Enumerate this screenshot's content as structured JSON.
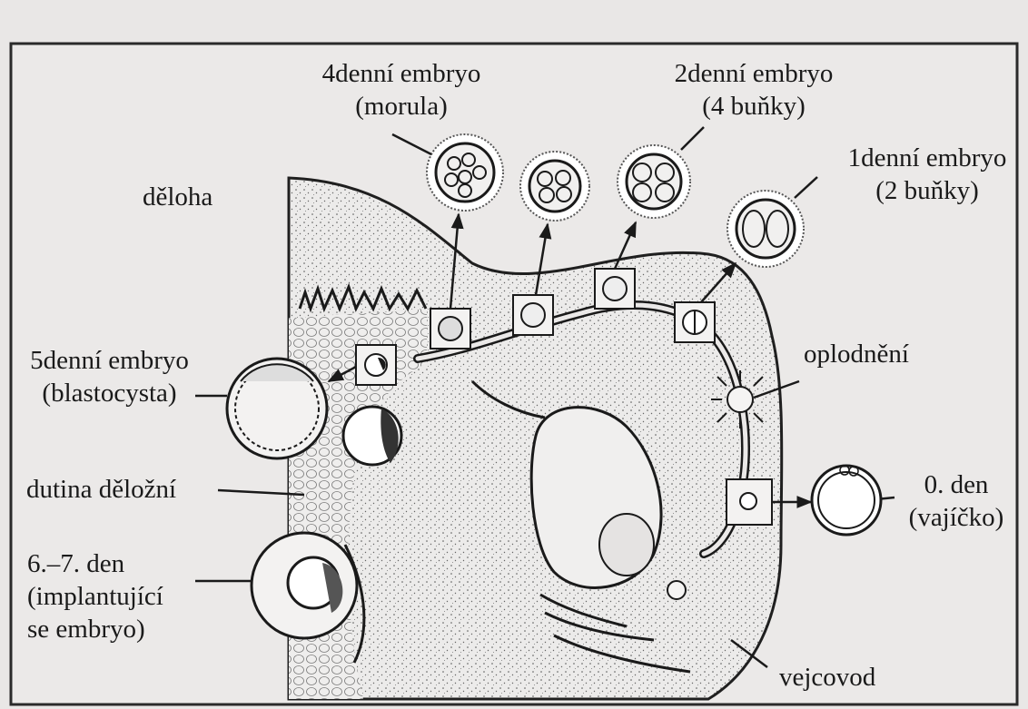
{
  "labels": {
    "day4": {
      "line1": "4denní embryo",
      "line2": "(morula)"
    },
    "day2": {
      "line1": "2denní embryo",
      "line2": "(4 buňky)"
    },
    "day1": {
      "line1": "1denní embryo",
      "line2": "(2 buňky)"
    },
    "uterus": "děloha",
    "day5": {
      "line1": "5denní embryo",
      "line2": "(blastocysta)"
    },
    "fertilization": "oplodnění",
    "uterine_cavity": "dutina děložní",
    "day0": {
      "line1": "0. den",
      "line2": "(vajíčko)"
    },
    "day67": {
      "line1": "6.–7. den",
      "line2": "(implantující",
      "line3": "se embryo)"
    },
    "oviduct": "vejcovod"
  },
  "colors": {
    "paper": "#e9e7e6",
    "ink": "#1a1a1a",
    "tissue": "#d9d6d4",
    "frame": "#2a2a2a"
  }
}
